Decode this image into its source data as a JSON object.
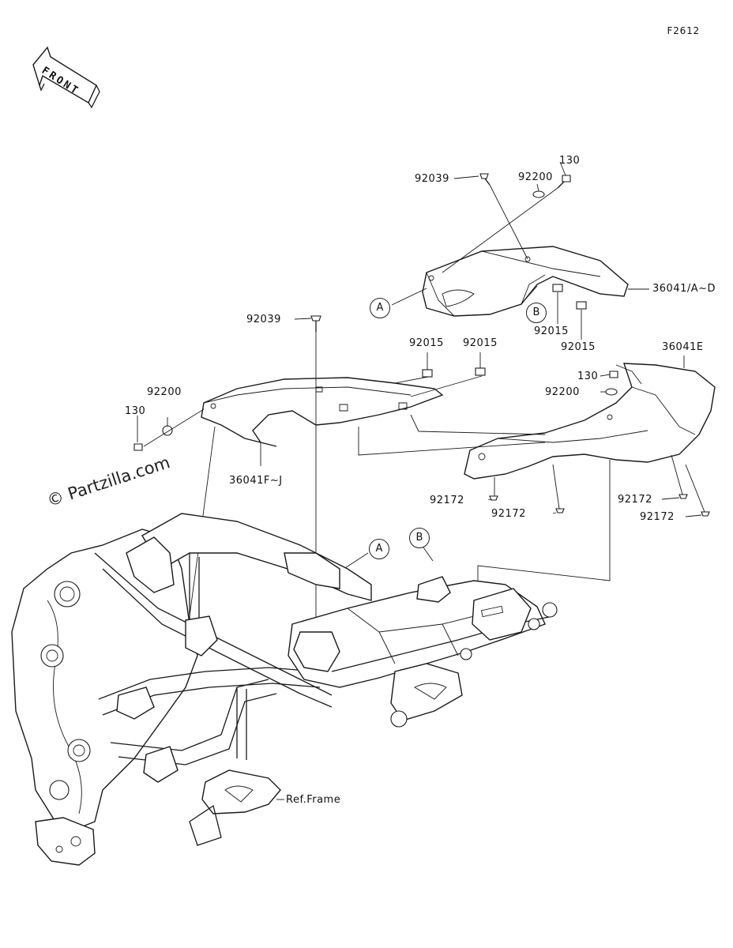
{
  "figure_code": "F2612",
  "front_label": "FRONT",
  "watermark": "© Partzilla.com",
  "ref_frame": "Ref.Frame",
  "callouts": {
    "a_top": "A",
    "b_top": "B",
    "a_frame": "A",
    "b_frame": "B"
  },
  "part_labels": {
    "p130_top": "130",
    "p92200_top": "92200",
    "p92039_top": "92039",
    "p36041ad": "36041/A~D",
    "p92015_r1": "92015",
    "p92015_r2": "92015",
    "p92039_mid": "92039",
    "p92015_m1": "92015",
    "p92015_m2": "92015",
    "p36041e": "36041E",
    "p130_right": "130",
    "p92200_right": "92200",
    "p92200_left": "92200",
    "p130_left": "130",
    "p36041fj": "36041F~J",
    "p92172_1": "92172",
    "p92172_2": "92172",
    "p92172_3": "92172",
    "p92172_4": "92172"
  }
}
